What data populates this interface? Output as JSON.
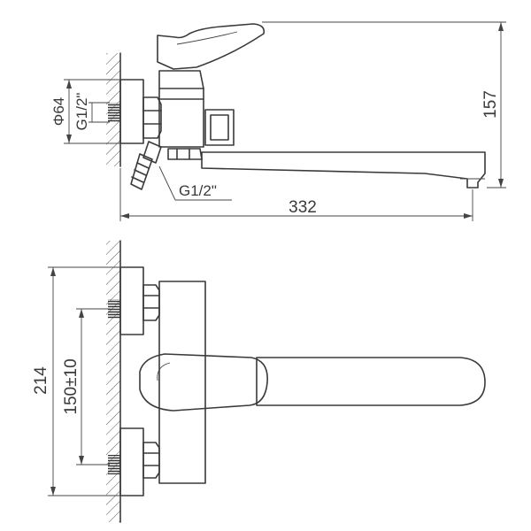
{
  "dimensions": {
    "overall_length": "332",
    "height": "157",
    "width": "214",
    "center_distance": "150±10",
    "flange_diameter": "Φ64",
    "wall_thread": "G1/2\"",
    "hose_thread": "G1/2\""
  }
}
